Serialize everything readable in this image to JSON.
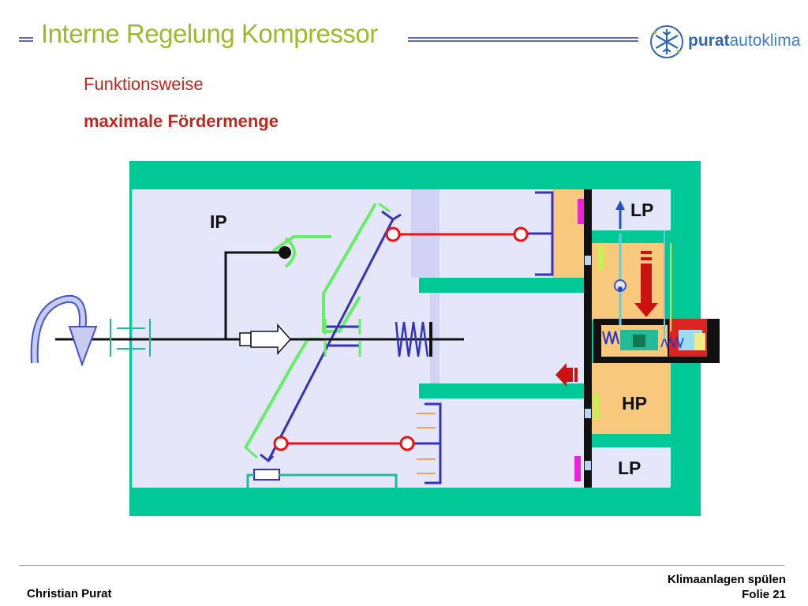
{
  "header": {
    "title": "Interne Regelung Kompressor",
    "logo_brand": "purat",
    "logo_suffix": "autoklima"
  },
  "content": {
    "subtitle": "Funktionsweise",
    "heading": "maximale Fördermenge"
  },
  "diagram": {
    "labels": {
      "ip": "IP",
      "lp_top": "LP",
      "hp": "HP",
      "lp_bottom": "LP"
    },
    "colors": {
      "housing": "#00c896",
      "chamber": "#e6e6fa",
      "hp_chamber": "#f8c87c",
      "green_plate": "#66ee66",
      "blue_link": "#3333bb",
      "red_rod": "#ee1111",
      "magenta_seal": "#ee22dd",
      "arrow_red": "#cc1111",
      "arrow_blue": "#2255cc"
    }
  },
  "footer": {
    "author": "Christian Purat",
    "topic": "Klimaanlagen spülen",
    "slide": "Folie 21"
  }
}
